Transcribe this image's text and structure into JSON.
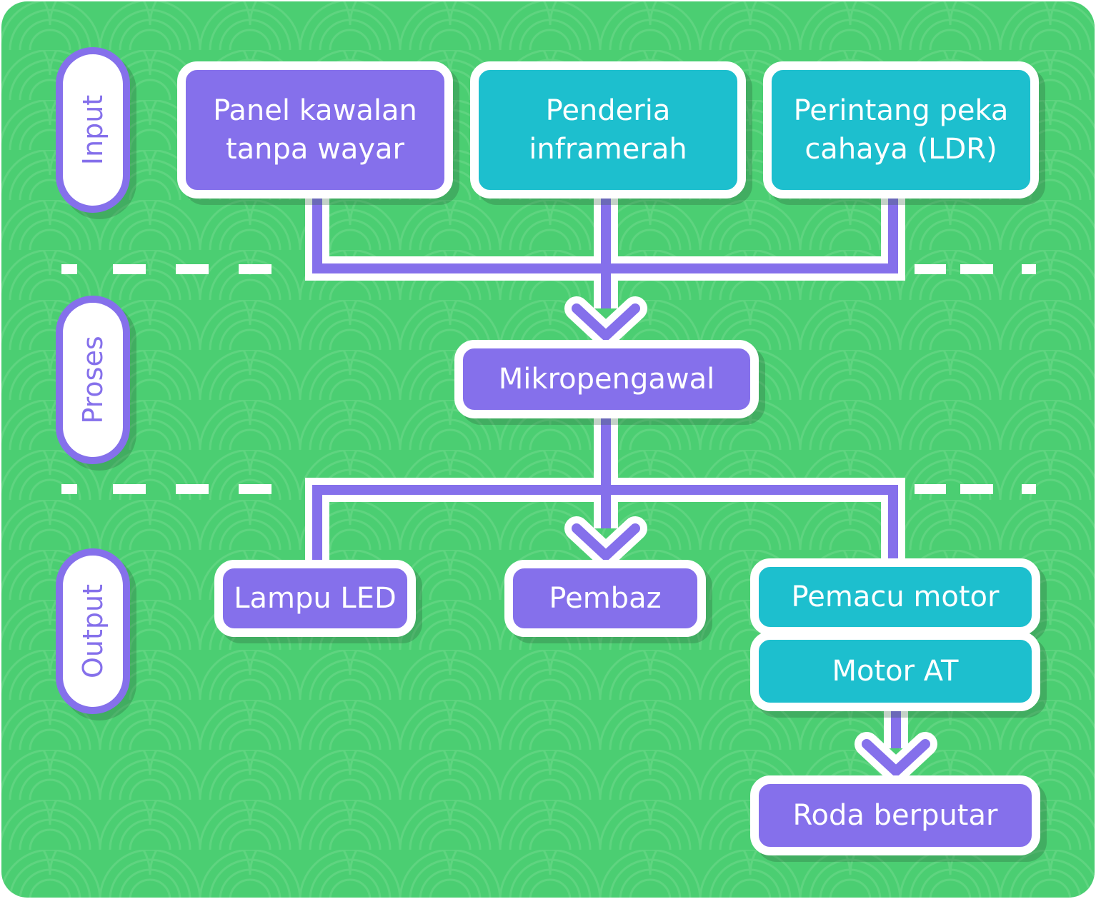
{
  "colors": {
    "background": "#4BCE72",
    "scale_pattern": "#5FD480",
    "purple": "#8570EB",
    "teal": "#1DBFCE",
    "white": "#FFFFFF"
  },
  "stages": {
    "input": "Input",
    "process": "Proses",
    "output": "Output"
  },
  "inputs": {
    "remote": "Panel kawalan tanpa wayar",
    "infrared": "Penderia inframerah",
    "ldr": "Perintang peka cahaya (LDR)"
  },
  "process": {
    "controller": "Mikropengawal"
  },
  "outputs": {
    "led": "Lampu LED",
    "buzzer": "Pembaz",
    "motor_driver": "Pemacu motor",
    "dc_motor": "Motor AT",
    "wheels": "Roda berputar"
  }
}
